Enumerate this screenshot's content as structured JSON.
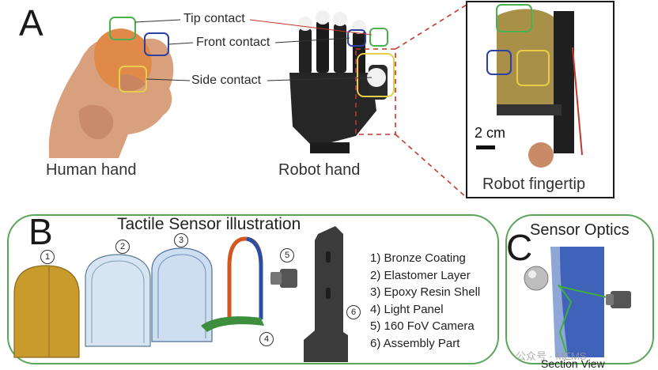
{
  "panel_a": {
    "letter": "A",
    "callouts": {
      "tip": "Tip contact",
      "front": "Front contact",
      "side": "Side contact"
    },
    "captions": {
      "human": "Human hand",
      "robot": "Robot hand",
      "fingertip": "Robot fingertip"
    },
    "scale_bar": "2 cm",
    "colors": {
      "tip": "#4caf50",
      "front": "#2d3fa0",
      "side": "#e7cd4a",
      "dashed": "#c0392b"
    }
  },
  "panel_b": {
    "letter": "B",
    "title": "Tactile Sensor illustration",
    "part_numbers": [
      "1",
      "2",
      "3",
      "4",
      "5",
      "6"
    ],
    "legend": [
      "1) Bronze Coating",
      "2) Elastomer Layer",
      "3) Epoxy Resin Shell",
      "4) Light Panel",
      "5) 160 FoV Camera",
      "6) Assembly Part"
    ],
    "frame_color": "#5aa55a"
  },
  "panel_c": {
    "letter": "C",
    "title": "Sensor Optics",
    "caption": "Section View"
  },
  "watermark": "公众号 · MEMS"
}
